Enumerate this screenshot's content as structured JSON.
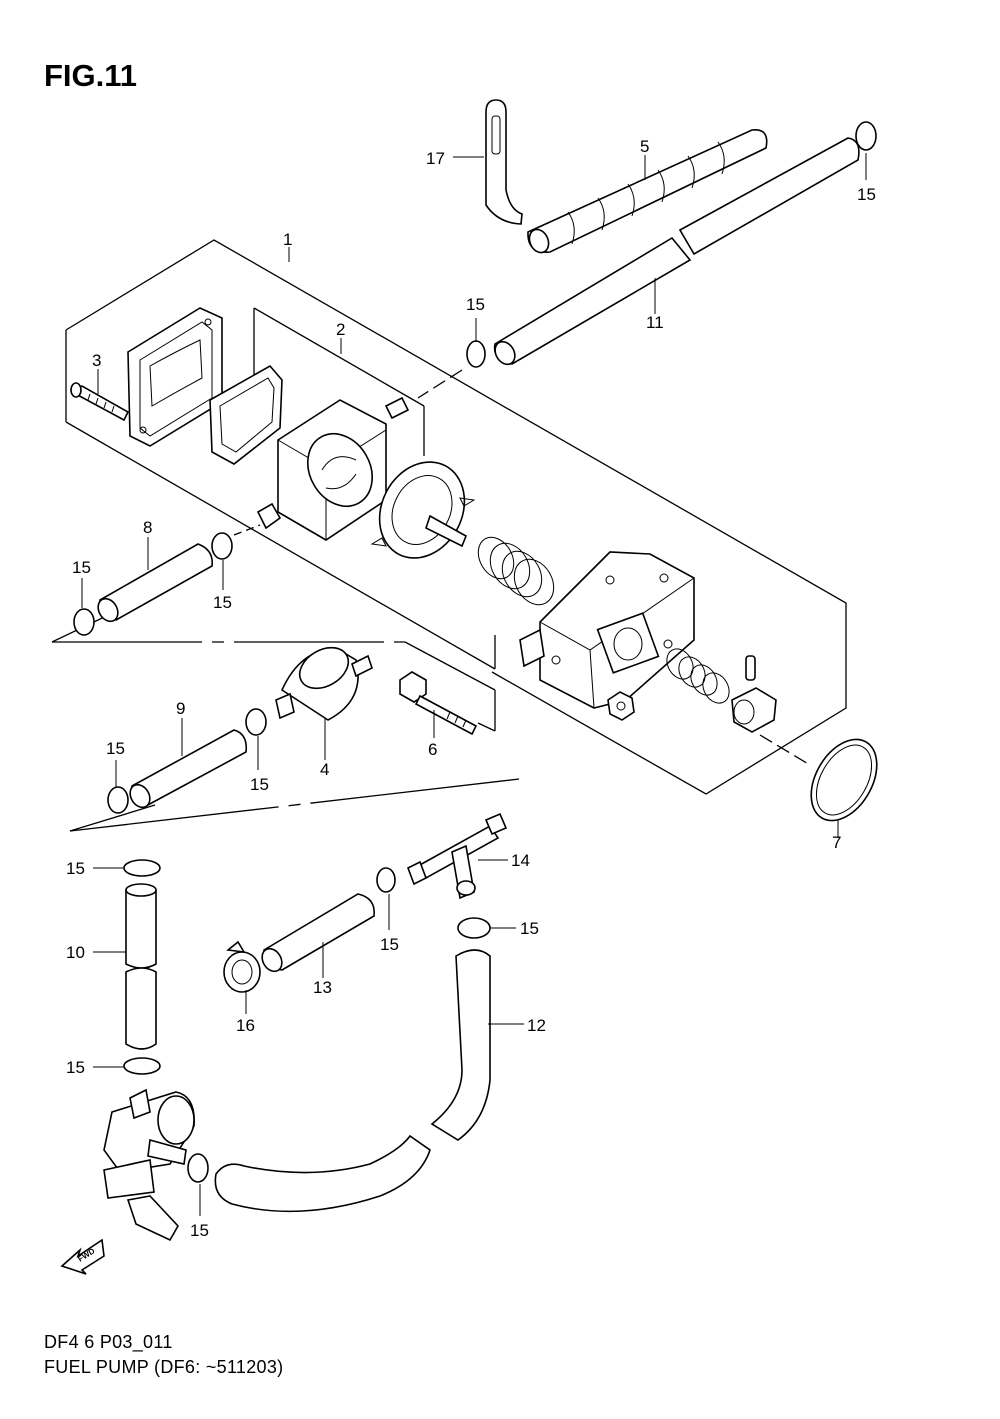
{
  "figure": {
    "title": "FIG.11"
  },
  "footer": {
    "code": "DF4 6 P03_011",
    "caption": "FUEL PUMP (DF6: ~511203)"
  },
  "fwd_label": "FWD",
  "callouts": [
    "1",
    "2",
    "3",
    "4",
    "5",
    "6",
    "7",
    "8",
    "9",
    "10",
    "11",
    "12",
    "13",
    "14",
    "15",
    "16",
    "17"
  ],
  "colors": {
    "ink": "#000000",
    "paper": "#ffffff"
  }
}
